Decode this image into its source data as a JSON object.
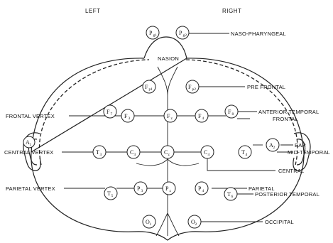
{
  "sides": {
    "left": "LEFT",
    "right": "RIGHT"
  },
  "landmarks": {
    "nasion": "NASION"
  },
  "electrodes": {
    "pg1": {
      "main": "P",
      "sub": "g1"
    },
    "pg2": {
      "main": "P",
      "sub": "g2"
    },
    "fp1": {
      "main": "F",
      "sub": "p1"
    },
    "fp2": {
      "main": "F",
      "sub": "p2"
    },
    "f7": {
      "main": "F",
      "sub": "7"
    },
    "f3": {
      "main": "F",
      "sub": "3"
    },
    "fz": {
      "main": "F",
      "sub": "z"
    },
    "f4": {
      "main": "F",
      "sub": "4"
    },
    "f8": {
      "main": "F",
      "sub": "8"
    },
    "a1": {
      "main": "A",
      "sub": "1"
    },
    "t3": {
      "main": "T",
      "sub": "3"
    },
    "c3": {
      "main": "C",
      "sub": "3"
    },
    "cz": {
      "main": "C",
      "sub": "z"
    },
    "c4": {
      "main": "C",
      "sub": "4"
    },
    "t4": {
      "main": "T",
      "sub": "4"
    },
    "a2": {
      "main": "A",
      "sub": "2"
    },
    "t5": {
      "main": "T",
      "sub": "5"
    },
    "p3": {
      "main": "P",
      "sub": "3"
    },
    "pz": {
      "main": "P",
      "sub": "z"
    },
    "p4": {
      "main": "P",
      "sub": "4"
    },
    "t6": {
      "main": "T",
      "sub": "6"
    },
    "o1": {
      "main": "O",
      "sub": "1"
    },
    "o2": {
      "main": "O",
      "sub": "2"
    }
  },
  "labels": {
    "naso_pharyngeal": "NASO-PHARYNGEAL",
    "pre_frontal": "PRE FRONTAL",
    "frontal_vertex": "FRONTAL VERTEX",
    "anterior_temporal": "ANTERIOR TEMPORAL",
    "frontal": "FRONTAL",
    "central_vertex": "CENTRAL VERTEX",
    "ear": "EAR",
    "mid_temporal": "MID-TEMPORAL",
    "central": "CENTRAL",
    "parietal_vertex": "PARIETAL VERTEX",
    "parietal": "PARIETAL",
    "posterior_temporal": "POSTERIOR TEMPORAL",
    "occipital": "OCCIPITAL"
  }
}
